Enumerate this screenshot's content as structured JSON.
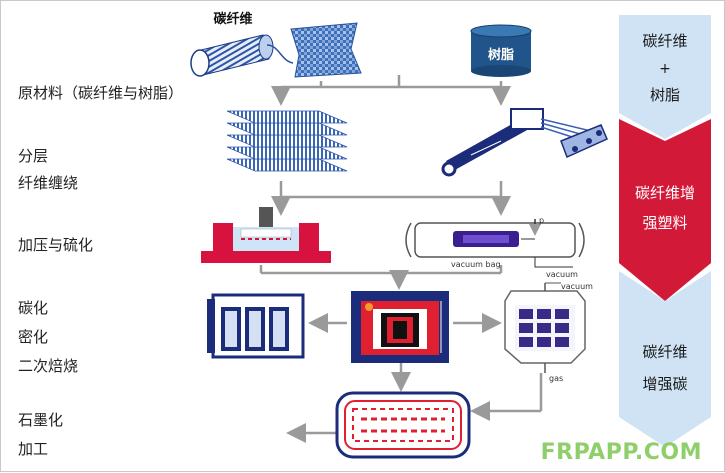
{
  "labels": {
    "carbon_fiber": "碳纤维",
    "resin": "树脂"
  },
  "steps": [
    {
      "id": "raw",
      "text": "原材料（碳纤维与树脂）"
    },
    {
      "id": "layer",
      "text": "分层"
    },
    {
      "id": "winding",
      "text": "纤维缠绕"
    },
    {
      "id": "press",
      "text": "加压与硫化"
    },
    {
      "id": "carbonize",
      "text": "碳化"
    },
    {
      "id": "densify",
      "text": "密化"
    },
    {
      "id": "bake",
      "text": "二次焙烧"
    },
    {
      "id": "graphitize",
      "text": "石墨化"
    },
    {
      "id": "machine",
      "text": "加工"
    }
  ],
  "equipment_labels": {
    "p": "p",
    "vacuum_bag": "vacuum bag",
    "vacuum": "vacuum",
    "vacuum2": "vacuum",
    "gas": "gas"
  },
  "stages": {
    "stage1_line1": "碳纤维",
    "stage1_plus": "+",
    "stage1_line2": "树脂",
    "stage2_line1": "碳纤维增",
    "stage2_line2": "强塑料",
    "stage3_line1": "碳纤维",
    "stage3_line2": "增强碳"
  },
  "watermark": "FRPAPP.COM",
  "colors": {
    "arrow_light": "#cfe3f5",
    "arrow_red": "#d21a38",
    "furnace_red": "#e02030",
    "navy": "#1b2c7a",
    "resin_blue": "#20548a"
  }
}
